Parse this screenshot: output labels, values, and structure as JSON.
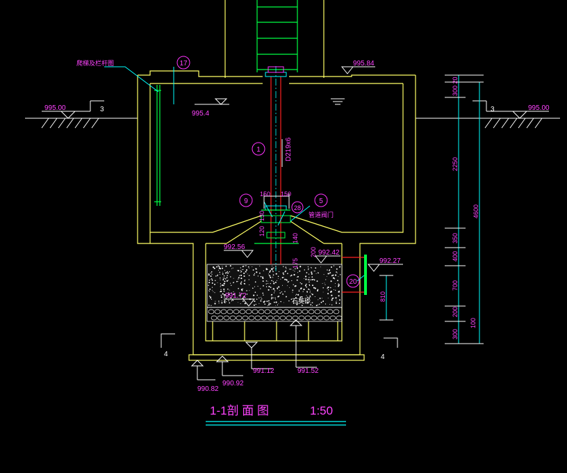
{
  "elevations": {
    "top_right": "995.84",
    "ground_left": "995.00",
    "ground_right": "995.00",
    "water_level": "995.4",
    "inner_shelf": "992.56",
    "outlet_level": "992.42",
    "outlet_pipe": "992.27",
    "sand_level": "991.72",
    "drain_level": "991.12",
    "filter_bottom": "991.52",
    "foundation_left": "990.82",
    "foundation_right": "990.92"
  },
  "callouts": {
    "c17": "17",
    "c1": "1",
    "c9": "9",
    "c5": "5",
    "c28": "28",
    "c20": "20"
  },
  "labels": {
    "ladder_note": "爬梯及栏杆图",
    "pipe_spec": "D219x6",
    "valve_note": "管道阀门",
    "stone_layer": "石英砂",
    "section_mark_left_top": "3",
    "section_mark_right_top": "3",
    "section_mark_left_bottom": "4",
    "section_mark_right_bottom": "4"
  },
  "dimensions": {
    "d150a": "150",
    "d150b": "150",
    "d130": "130",
    "d120": "120",
    "d140": "140",
    "d200_center": "200",
    "d175": "175",
    "d810": "810",
    "right_300_20": "300 20",
    "right_2250": "2250",
    "right_4600": "4600",
    "right_350": "350",
    "right_400": "400",
    "right_700": "700",
    "right_200": "200",
    "right_300": "300",
    "right_100": "100"
  },
  "title": {
    "name": "1-1剖  面  图",
    "scale": "1:50"
  },
  "colors": {
    "background": "#000000",
    "structure": "#ffff66",
    "text": "#ff44ff",
    "pipe": "#ff2020",
    "ladder": "#00ff44",
    "dimension": "#00ffff"
  }
}
